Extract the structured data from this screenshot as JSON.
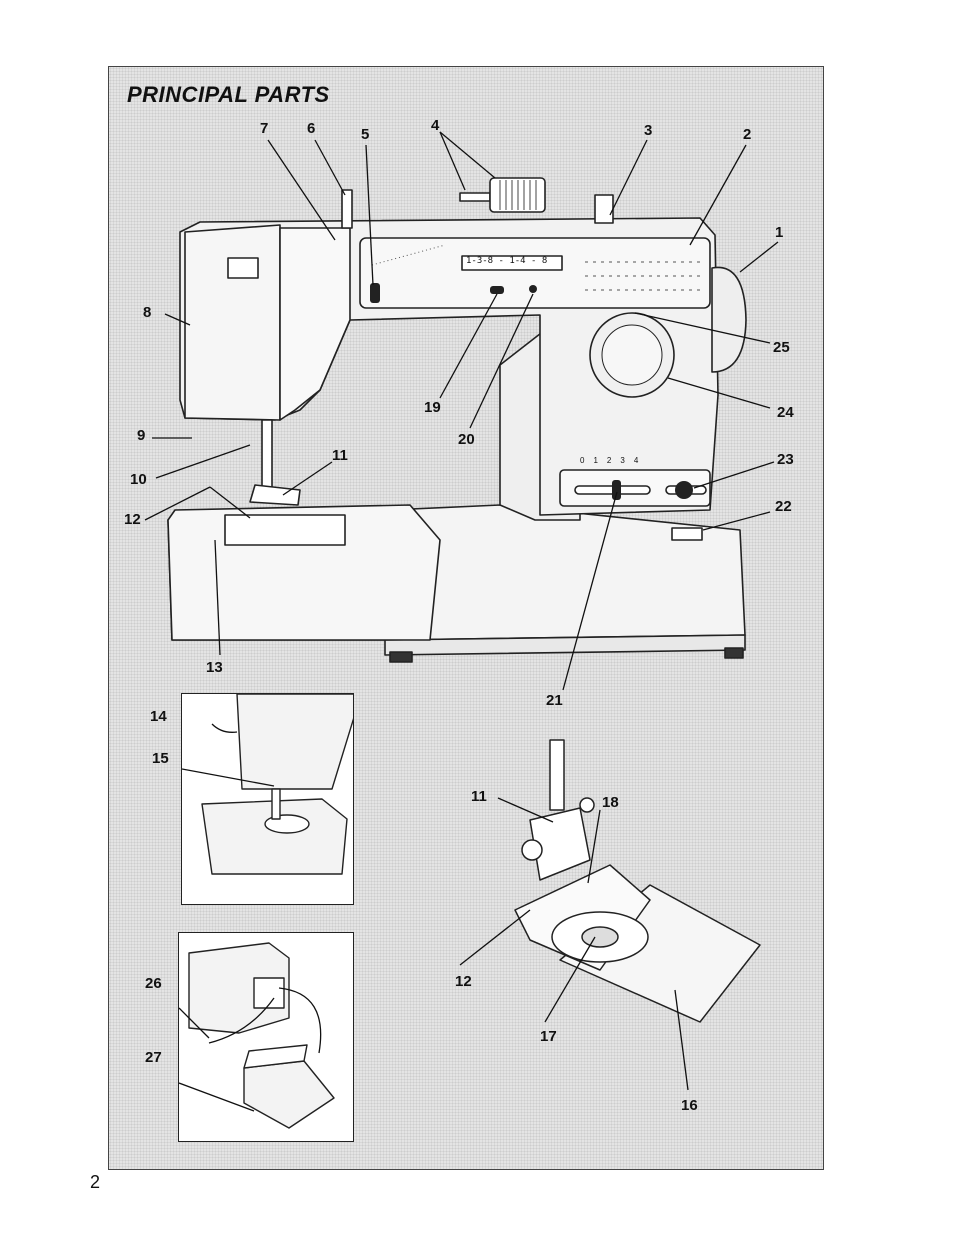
{
  "title": "PRINCIPAL PARTS",
  "page_number": "2",
  "main_callouts": [
    "1",
    "2",
    "3",
    "4",
    "5",
    "6",
    "7",
    "8",
    "9",
    "10",
    "11",
    "12",
    "13",
    "19",
    "20",
    "21",
    "22",
    "23",
    "24",
    "25"
  ],
  "inset_top_callouts": [
    "14",
    "15"
  ],
  "inset_bottom_callouts": [
    "26",
    "27"
  ],
  "detail_callouts": [
    "11",
    "18",
    "12",
    "17",
    "16"
  ],
  "display_readout": "1-3-8 - 1-4 - 8",
  "scale_markings": [
    "0",
    "1",
    "2",
    "3",
    "4"
  ]
}
